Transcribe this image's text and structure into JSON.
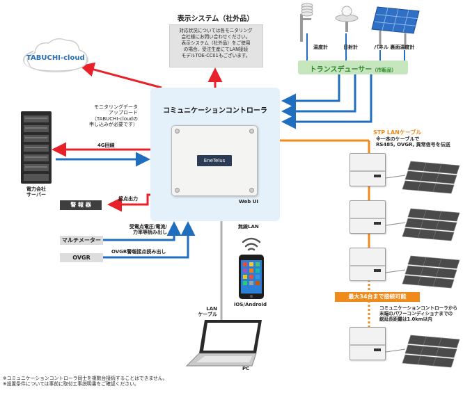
{
  "cloud": {
    "label": "TABUCHI-cloud"
  },
  "upload_note": {
    "lines": [
      "モニタリングデータ",
      "アップロード",
      "（TABUCHI-cloudの",
      "申し込みが必要です）"
    ]
  },
  "display_system": {
    "title": "表示システム（社外品）",
    "lines": [
      "対応状況については各モニタリング",
      "会社様にお問い合わせください。",
      "表示システム（社外品）をご使用",
      "の場合、受注生産にてLAN接続",
      "モデルTOE-CC01もございます。"
    ]
  },
  "sensors": {
    "temp": "温度計",
    "sun": "日射計",
    "panel": "パネル 裏面温度計"
  },
  "transducer": {
    "label": "トランスデューサー",
    "note": "（市販品）"
  },
  "controller": {
    "title": "コミュニケーションコントローラ",
    "brand": "EneTelus"
  },
  "server": {
    "label_lines": [
      "電力会社",
      "サーバー"
    ],
    "line_label": "4G回線"
  },
  "alarm": {
    "box": "警 報 器",
    "label": "接点出力"
  },
  "multimeter": {
    "box": "マルチメーター",
    "label_lines": [
      "受電点電圧/電流/",
      "力率等読み出し"
    ]
  },
  "ovgr": {
    "box": "OVGR",
    "label": "OVGR警報接点読み出し"
  },
  "wireless": {
    "webui": "Web UI",
    "lan": "無線LAN",
    "device": "iOS/Android"
  },
  "lan_cable": {
    "lines": [
      "LAN",
      "ケーブル"
    ]
  },
  "pc": {
    "label": "PC"
  },
  "stp": {
    "title": "STP LANケーブル",
    "lines": [
      "※一本のケーブルで",
      "RS485, OVGR, 異常信号を伝送"
    ]
  },
  "max_units": "最大34台まで接続可能",
  "distance_note": {
    "lines": [
      "コミュニケーションコントローラから",
      "末端のパワーコンディショナまでの",
      "総延長距離は1.0km以内"
    ]
  },
  "footnotes": [
    "※コミュニケーションコントローラ同士を複数台接続することはできません。",
    "※設置条件については事前に取付工事説明書をご確認ください。"
  ],
  "colors": {
    "red": "#e8202a",
    "blue": "#1f6ebf",
    "orange": "#f08a1a",
    "gray_line": "#b0b0b0",
    "green_text": "#2f8a2f",
    "panel_bg": "#e5f1fa"
  }
}
